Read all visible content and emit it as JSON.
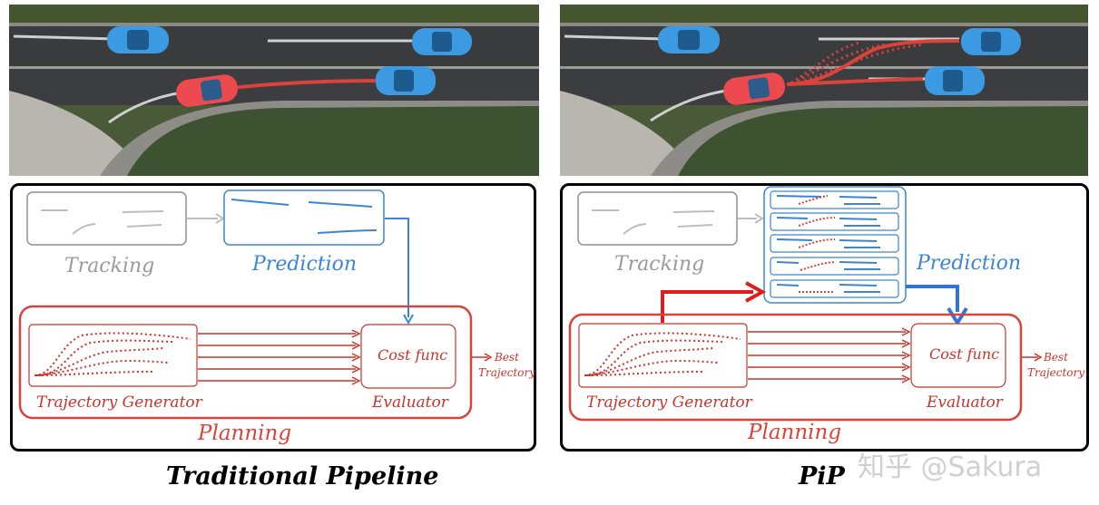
{
  "left_panel": {
    "tracking_label": "Tracking",
    "prediction_label": "Prediction",
    "planning_label": "Planning",
    "trajectory_generator_label": "Trajectory Generator",
    "evaluator_label": "Evaluator",
    "cost_func_label": "Cost func",
    "best_label_line1": "Best",
    "best_label_line2": "Trajectory",
    "caption": "Traditional Pipeline"
  },
  "right_panel": {
    "tracking_label": "Tracking",
    "prediction_label": "Prediction",
    "planning_label": "Planning",
    "trajectory_generator_label": "Trajectory Generator",
    "evaluator_label": "Evaluator",
    "cost_func_label": "Cost func",
    "best_label_line1": "Best",
    "best_label_line2": "Trajectory",
    "caption": "PiP"
  },
  "watermark": "知乎 @Sakura",
  "colors": {
    "planning_red": "#d9443a",
    "prediction_blue": "#3a86d4",
    "tracking_gray": "#9a9a9a",
    "car_blue": "#3b9ae1",
    "car_red": "#ec4a4f",
    "road": "#3c3c3e",
    "grass": "#3f5530"
  }
}
